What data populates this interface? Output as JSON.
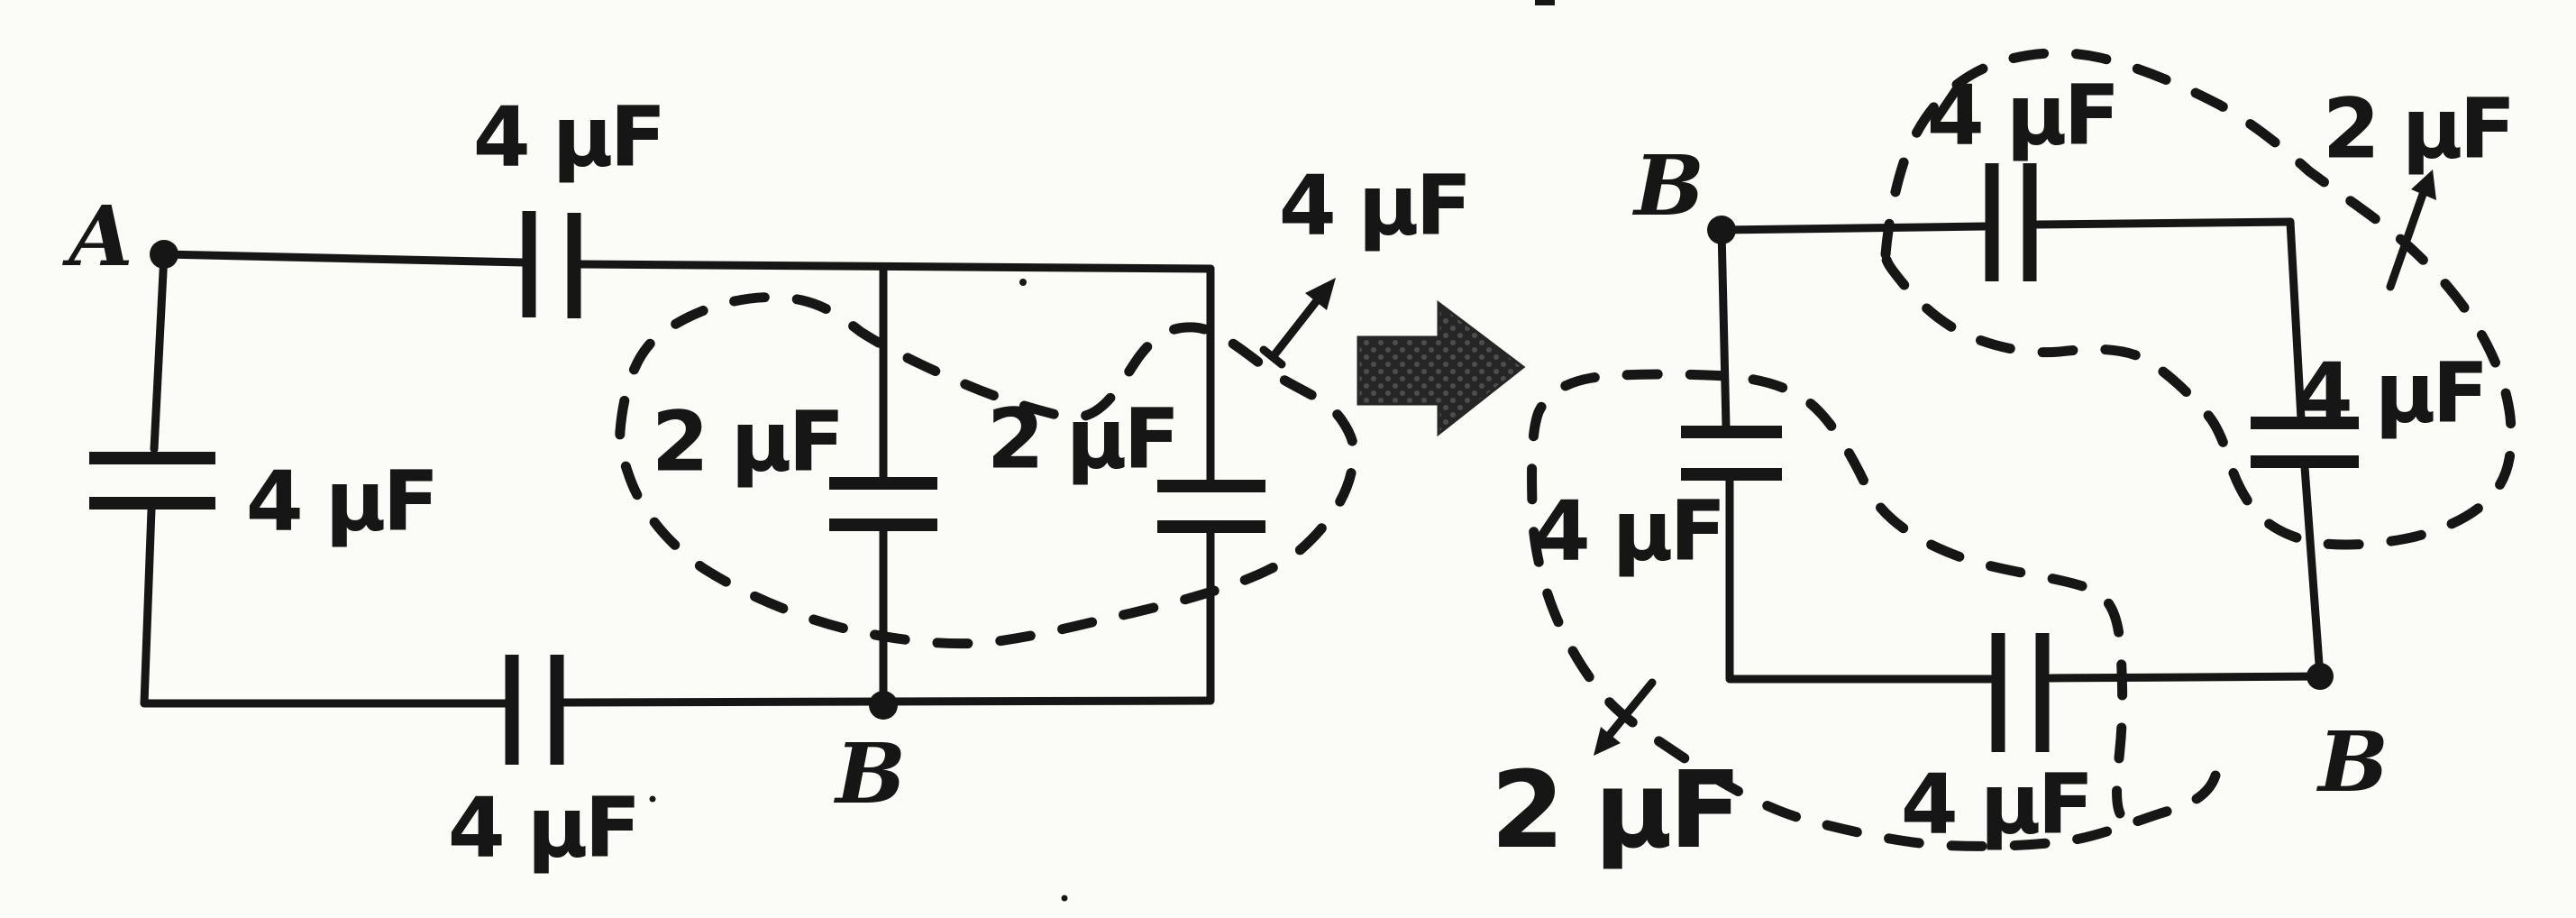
{
  "colors": {
    "paper": "#fbfbf8",
    "ink": "#161616",
    "arrow_fill": "#262626"
  },
  "left_circuit": {
    "node_a": "A",
    "node_b": "B",
    "cap_top": "4 μF",
    "cap_left": "4 μF",
    "cap_bottom": "4 μF",
    "cap_mid_branch": "2 μF",
    "cap_right_branch": "2 μF",
    "equivalent_callout": "4 μF"
  },
  "transform": {
    "arrow_icon": "thick-right-arrow"
  },
  "right_circuit": {
    "node_b_top_left": "B",
    "node_b_bottom_right": "B",
    "cap_top": "4 μF",
    "cap_right": "4 μF",
    "cap_left": "4 μF",
    "cap_bottom": "4 μF",
    "callout_top_right": "2 μF",
    "callout_bottom_left": "2 μF"
  }
}
